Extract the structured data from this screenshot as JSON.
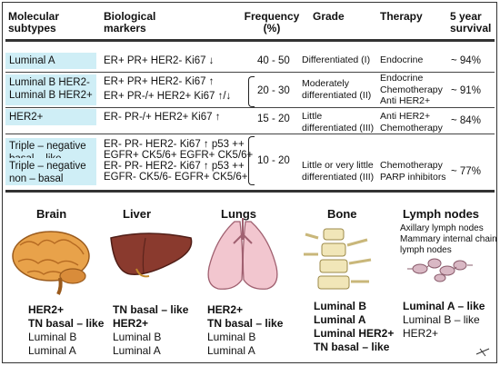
{
  "headers": {
    "subtypes": [
      "Molecular",
      "subtypes"
    ],
    "markers": [
      "Biological",
      "markers"
    ],
    "frequency": [
      "Frequency",
      "(%)"
    ],
    "grade": "Grade",
    "therapy": "Therapy",
    "survival": [
      "5 year",
      "survival"
    ]
  },
  "rows": [
    {
      "subtype": [
        "Luminal A"
      ],
      "markers": [
        "ER+ PR+   HER2-  Ki67 ↓"
      ],
      "frequency": "40 - 50",
      "grade": [
        "Differentiated (I)"
      ],
      "therapy": [
        "Endocrine"
      ],
      "survival": "~ 94%"
    },
    {
      "subtype": [
        "Luminal B HER2-",
        "Luminal B HER2+"
      ],
      "markers": [
        "ER+ PR+   HER2-  Ki67 ↑",
        "ER+ PR-/+ HER2+ Ki67 ↑/↓"
      ],
      "frequency": "20 - 30",
      "grade": [
        "Moderately",
        "differentiated (II)"
      ],
      "therapy": [
        "Endocrine",
        "Chemotherapy",
        "Anti HER2+"
      ],
      "survival": "~ 91%"
    },
    {
      "subtype": [
        "HER2+"
      ],
      "markers": [
        "ER- PR-/+ HER2+ Ki67 ↑"
      ],
      "frequency": "15 - 20",
      "grade": [
        "Little",
        "differentiated (III)"
      ],
      "therapy": [
        "Anti HER2+",
        "Chemotherapy"
      ],
      "survival": "~ 84%"
    },
    {
      "subtype": [
        "Triple – negative",
        "basal – like",
        "Triple – negative",
        "non – basal"
      ],
      "markers": [
        "ER- PR-  HER2-  Ki67 ↑ p53 ++",
        "EGFR+ CK5/6+ EGFR+ CK5/6+",
        "ER- PR- HER2-  Ki67 ↑ p53 ++",
        "EGFR-  CK5/6- EGFR+ CK5/6+"
      ],
      "frequency": "10 - 20",
      "grade": [
        "Little or very little",
        "differentiated (III)"
      ],
      "therapy": [
        "Chemotherapy",
        "PARP inhibitors"
      ],
      "survival": "~ 77%"
    }
  ],
  "organs": [
    {
      "name": "Brain",
      "items": [
        {
          "t": "HER2+",
          "b": true
        },
        {
          "t": "TN basal – like",
          "b": true
        },
        {
          "t": "Luminal B",
          "b": false
        },
        {
          "t": "Luminal A",
          "b": false
        }
      ]
    },
    {
      "name": "Liver",
      "items": [
        {
          "t": "TN basal – like",
          "b": true
        },
        {
          "t": "HER2+",
          "b": true
        },
        {
          "t": "Luminal B",
          "b": false
        },
        {
          "t": "Luminal A",
          "b": false
        }
      ]
    },
    {
      "name": "Lungs",
      "items": [
        {
          "t": "HER2+",
          "b": true
        },
        {
          "t": "TN basal – like",
          "b": true
        },
        {
          "t": "Luminal B",
          "b": false
        },
        {
          "t": "Luminal A",
          "b": false
        }
      ]
    },
    {
      "name": "Bone",
      "items": [
        {
          "t": "Luminal B",
          "b": true
        },
        {
          "t": "Luminal A",
          "b": true
        },
        {
          "t": "Luminal HER2+",
          "b": true
        },
        {
          "t": "TN basal – like",
          "b": true
        }
      ]
    },
    {
      "name": "Lymph nodes",
      "note": [
        "Axillary lymph nodes",
        "Mammary internal chain",
        "lymph nodes"
      ],
      "items": [
        {
          "t": "Luminal A – like",
          "b": true
        },
        {
          "t": "Luminal B – like",
          "b": false
        },
        {
          "t": "HER2+",
          "b": false
        }
      ]
    }
  ],
  "colors": {
    "subtype_fill": "#cfeef6",
    "brain": "#e8a24a",
    "liver": "#8a3a2e",
    "lungs": "#f2c6cf",
    "bone": "#f1e6b8",
    "lymph": "#d9b8c4"
  }
}
